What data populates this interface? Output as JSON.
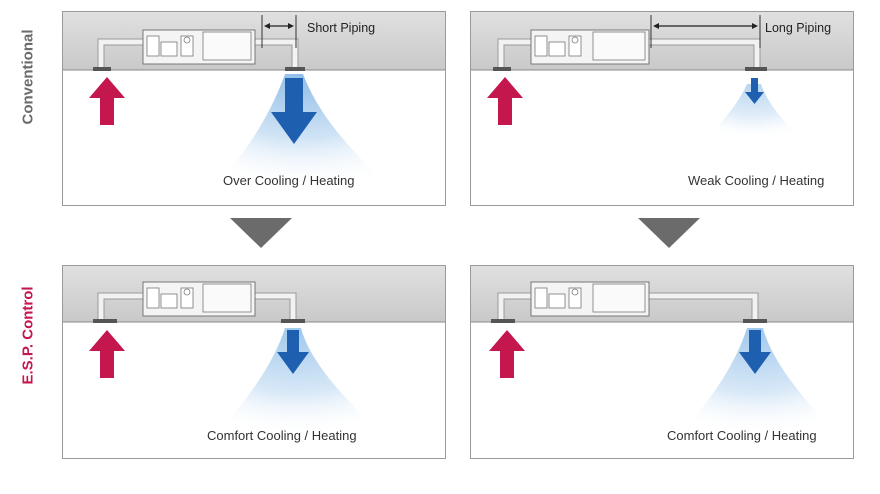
{
  "row_labels": {
    "conventional": "Conventional",
    "esp": "E.S.P. Control"
  },
  "panels": {
    "top_left": {
      "caption": "Over Cooling / Heating",
      "piping_label": "Short Piping"
    },
    "top_right": {
      "caption": "Weak Cooling / Heating",
      "piping_label": "Long Piping"
    },
    "bottom_left": {
      "caption": "Comfort Cooling / Heating"
    },
    "bottom_right": {
      "caption": "Comfort Cooling / Heating"
    }
  },
  "colors": {
    "inlet_arrow": "#c4174d",
    "outlet_arrow": "#1f5fb0",
    "airflow": "#bcd8f2",
    "ceiling": "#cfcfcf",
    "unit_body": "#efefef",
    "separator_arrow": "#6b6b6b",
    "esp_label": "#c4174d",
    "conventional_label": "#6b6b6b"
  }
}
